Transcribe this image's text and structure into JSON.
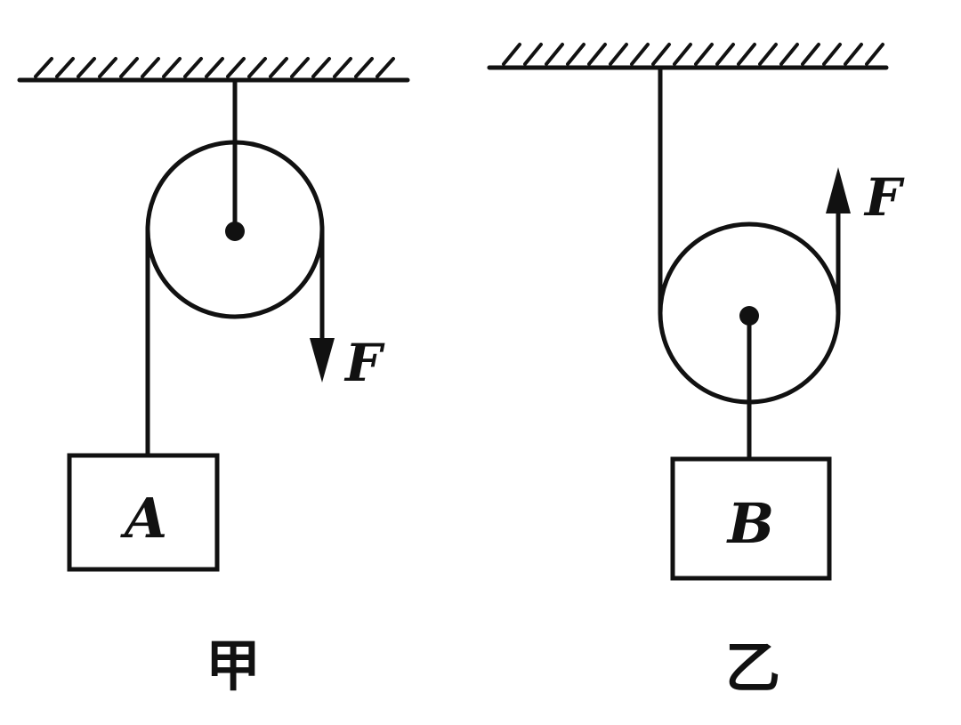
{
  "diagrams": [
    {
      "caption": "甲",
      "pulley_type": "fixed",
      "block_label": "A",
      "force_label": "F",
      "force_direction": "down"
    },
    {
      "caption": "乙",
      "pulley_type": "movable",
      "block_label": "B",
      "force_label": "F",
      "force_direction": "up"
    }
  ],
  "colors": {
    "ink": "#111111",
    "background": "#ffffff"
  }
}
